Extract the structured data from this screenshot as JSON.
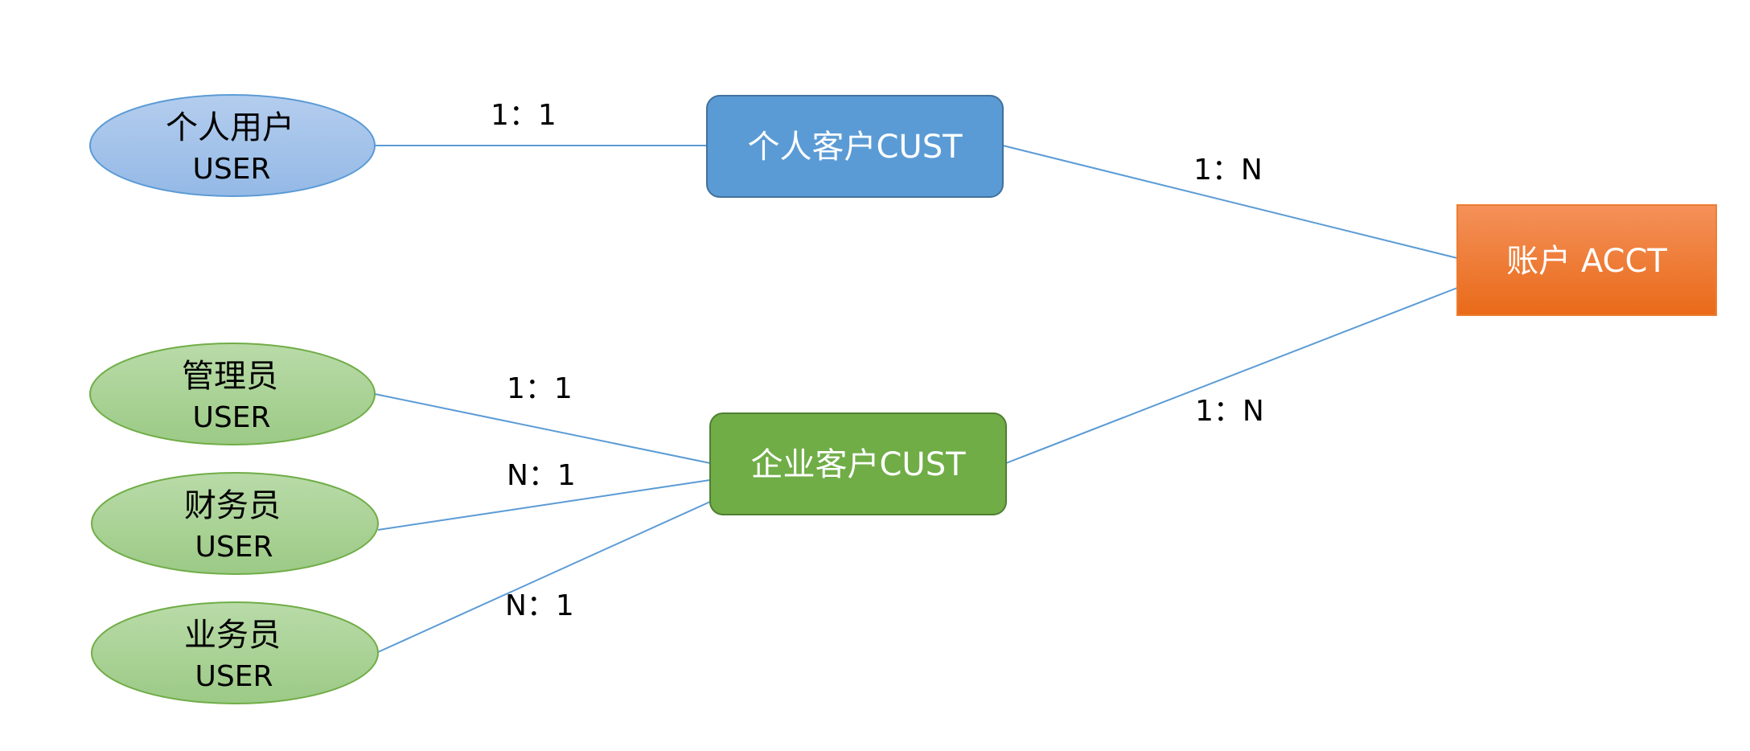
{
  "colors": {
    "edge": "#5b9bd5",
    "user_personal_fill_top": "#b4cdee",
    "user_personal_fill_bottom": "#94b9e6",
    "user_personal_stroke": "#5b9bd5",
    "user_corp_fill_top": "#b9dba8",
    "user_corp_fill_bottom": "#9cca86",
    "user_corp_stroke": "#70ad47",
    "cust_personal_fill": "#5b9bd5",
    "cust_personal_stroke": "#41719c",
    "cust_corp_fill": "#70ad47",
    "cust_corp_stroke": "#507e32",
    "acct_fill_top": "#f4915a",
    "acct_fill_bottom": "#e96a18",
    "acct_stroke": "#ed7d31"
  },
  "nodes": {
    "personal_user": {
      "line1": "个人用户",
      "line2": "USER"
    },
    "admin_user": {
      "line1": "管理员",
      "line2": "USER"
    },
    "finance_user": {
      "line1": "财务员",
      "line2": "USER"
    },
    "business_user": {
      "line1": "业务员",
      "line2": "USER"
    },
    "personal_cust": {
      "label": "个人客户CUST"
    },
    "corp_cust": {
      "label": "企业客户CUST"
    },
    "account": {
      "label": "账户 ACCT"
    }
  },
  "relations": {
    "personal_user_cust": "1：1",
    "personal_cust_account": "1：N",
    "admin_corp": "1：1",
    "finance_corp": "N：1",
    "business_corp": "N：1",
    "corp_account": "1：N"
  }
}
